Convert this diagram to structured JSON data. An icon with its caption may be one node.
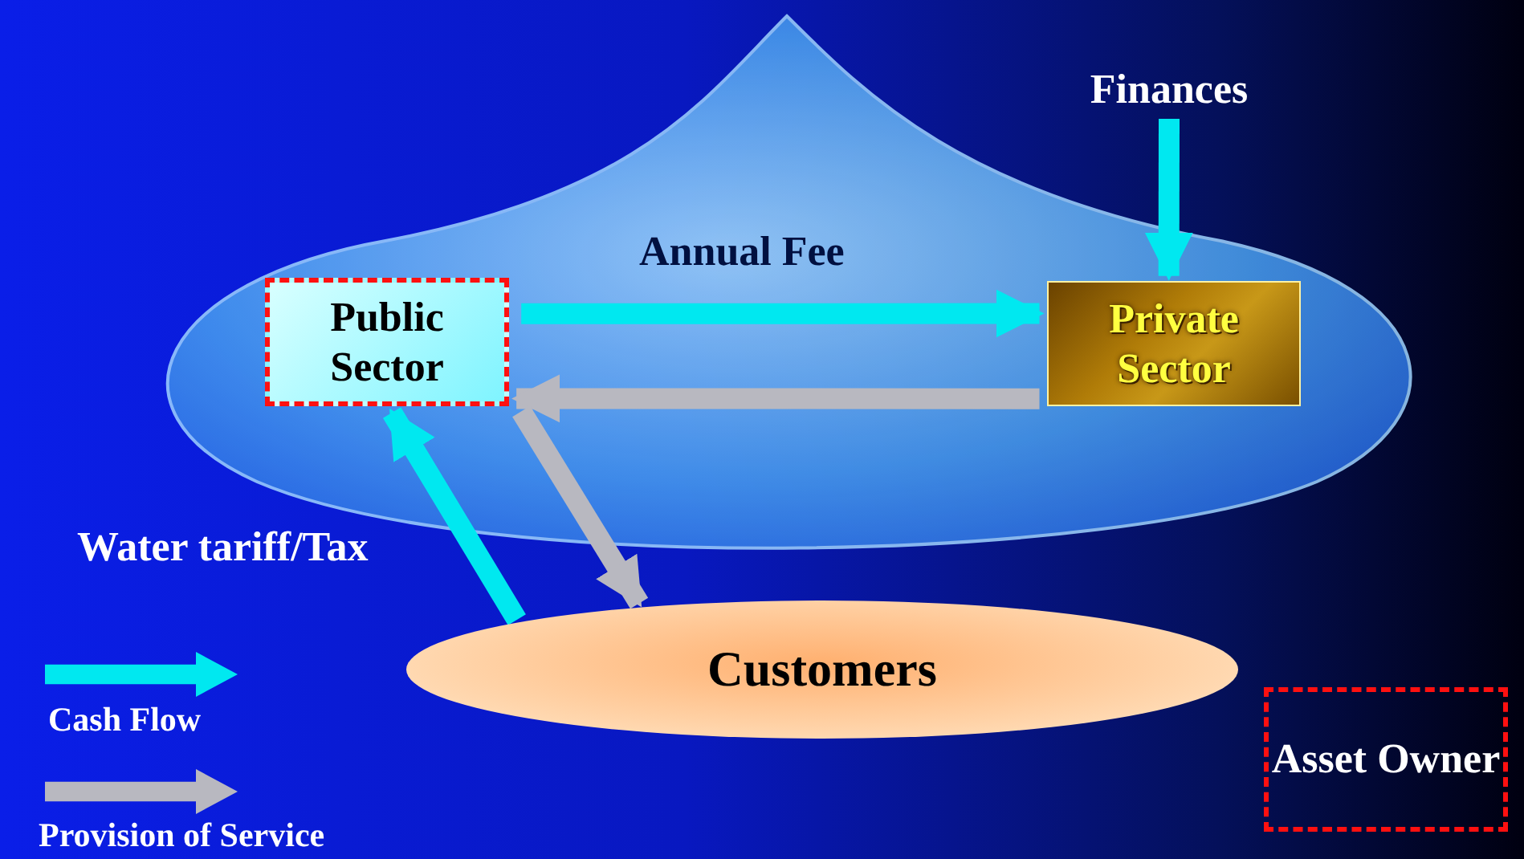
{
  "diagram": {
    "nodes": [
      {
        "text": [
          "Public Sector"
        ]
      },
      {
        "text": [
          "Private Sector"
        ]
      },
      {
        "text": [
          "Customers"
        ]
      },
      {
        "text": [
          "Finances"
        ]
      }
    ],
    "edges": [
      {
        "from": 3,
        "to": 1,
        "arrow": "to"
      },
      {
        "from": 0,
        "to": 1,
        "arrow": "to",
        "label": "Annual Fee"
      },
      {
        "from": 1,
        "to": 0,
        "arrow": "to",
        "color": "#b8b8c0"
      },
      {
        "from": 0,
        "to": 2,
        "arrow": "to",
        "color": "#b8b8c0"
      },
      {
        "from": 2,
        "to": 0,
        "arrow": "to",
        "label": "Water tariff/Tax"
      }
    ],
    "legend": [
      {
        "text": "Cash Flow"
      },
      {
        "text": "Provision of Service"
      },
      {
        "text": "Asset Owner"
      }
    ]
  }
}
